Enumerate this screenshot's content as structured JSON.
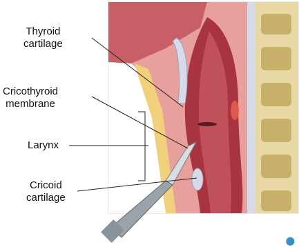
{
  "labels": {
    "thyroid_line1": "Thyroid",
    "thyroid_line2": "cartilage",
    "cricothyroid_line1": "Cricothyroid",
    "cricothyroid_line2": "membrane",
    "larynx": "Larynx",
    "cricoid_line1": "Cricoid",
    "cricoid_line2": "cartilage"
  },
  "colors": {
    "tissue": "#d98a86",
    "trachea": "#a8343f",
    "spine": "#e8d8a4",
    "fat": "#f1d07b",
    "cartilage": "#d7dbe9",
    "scalpel": "#9aa3aa"
  }
}
